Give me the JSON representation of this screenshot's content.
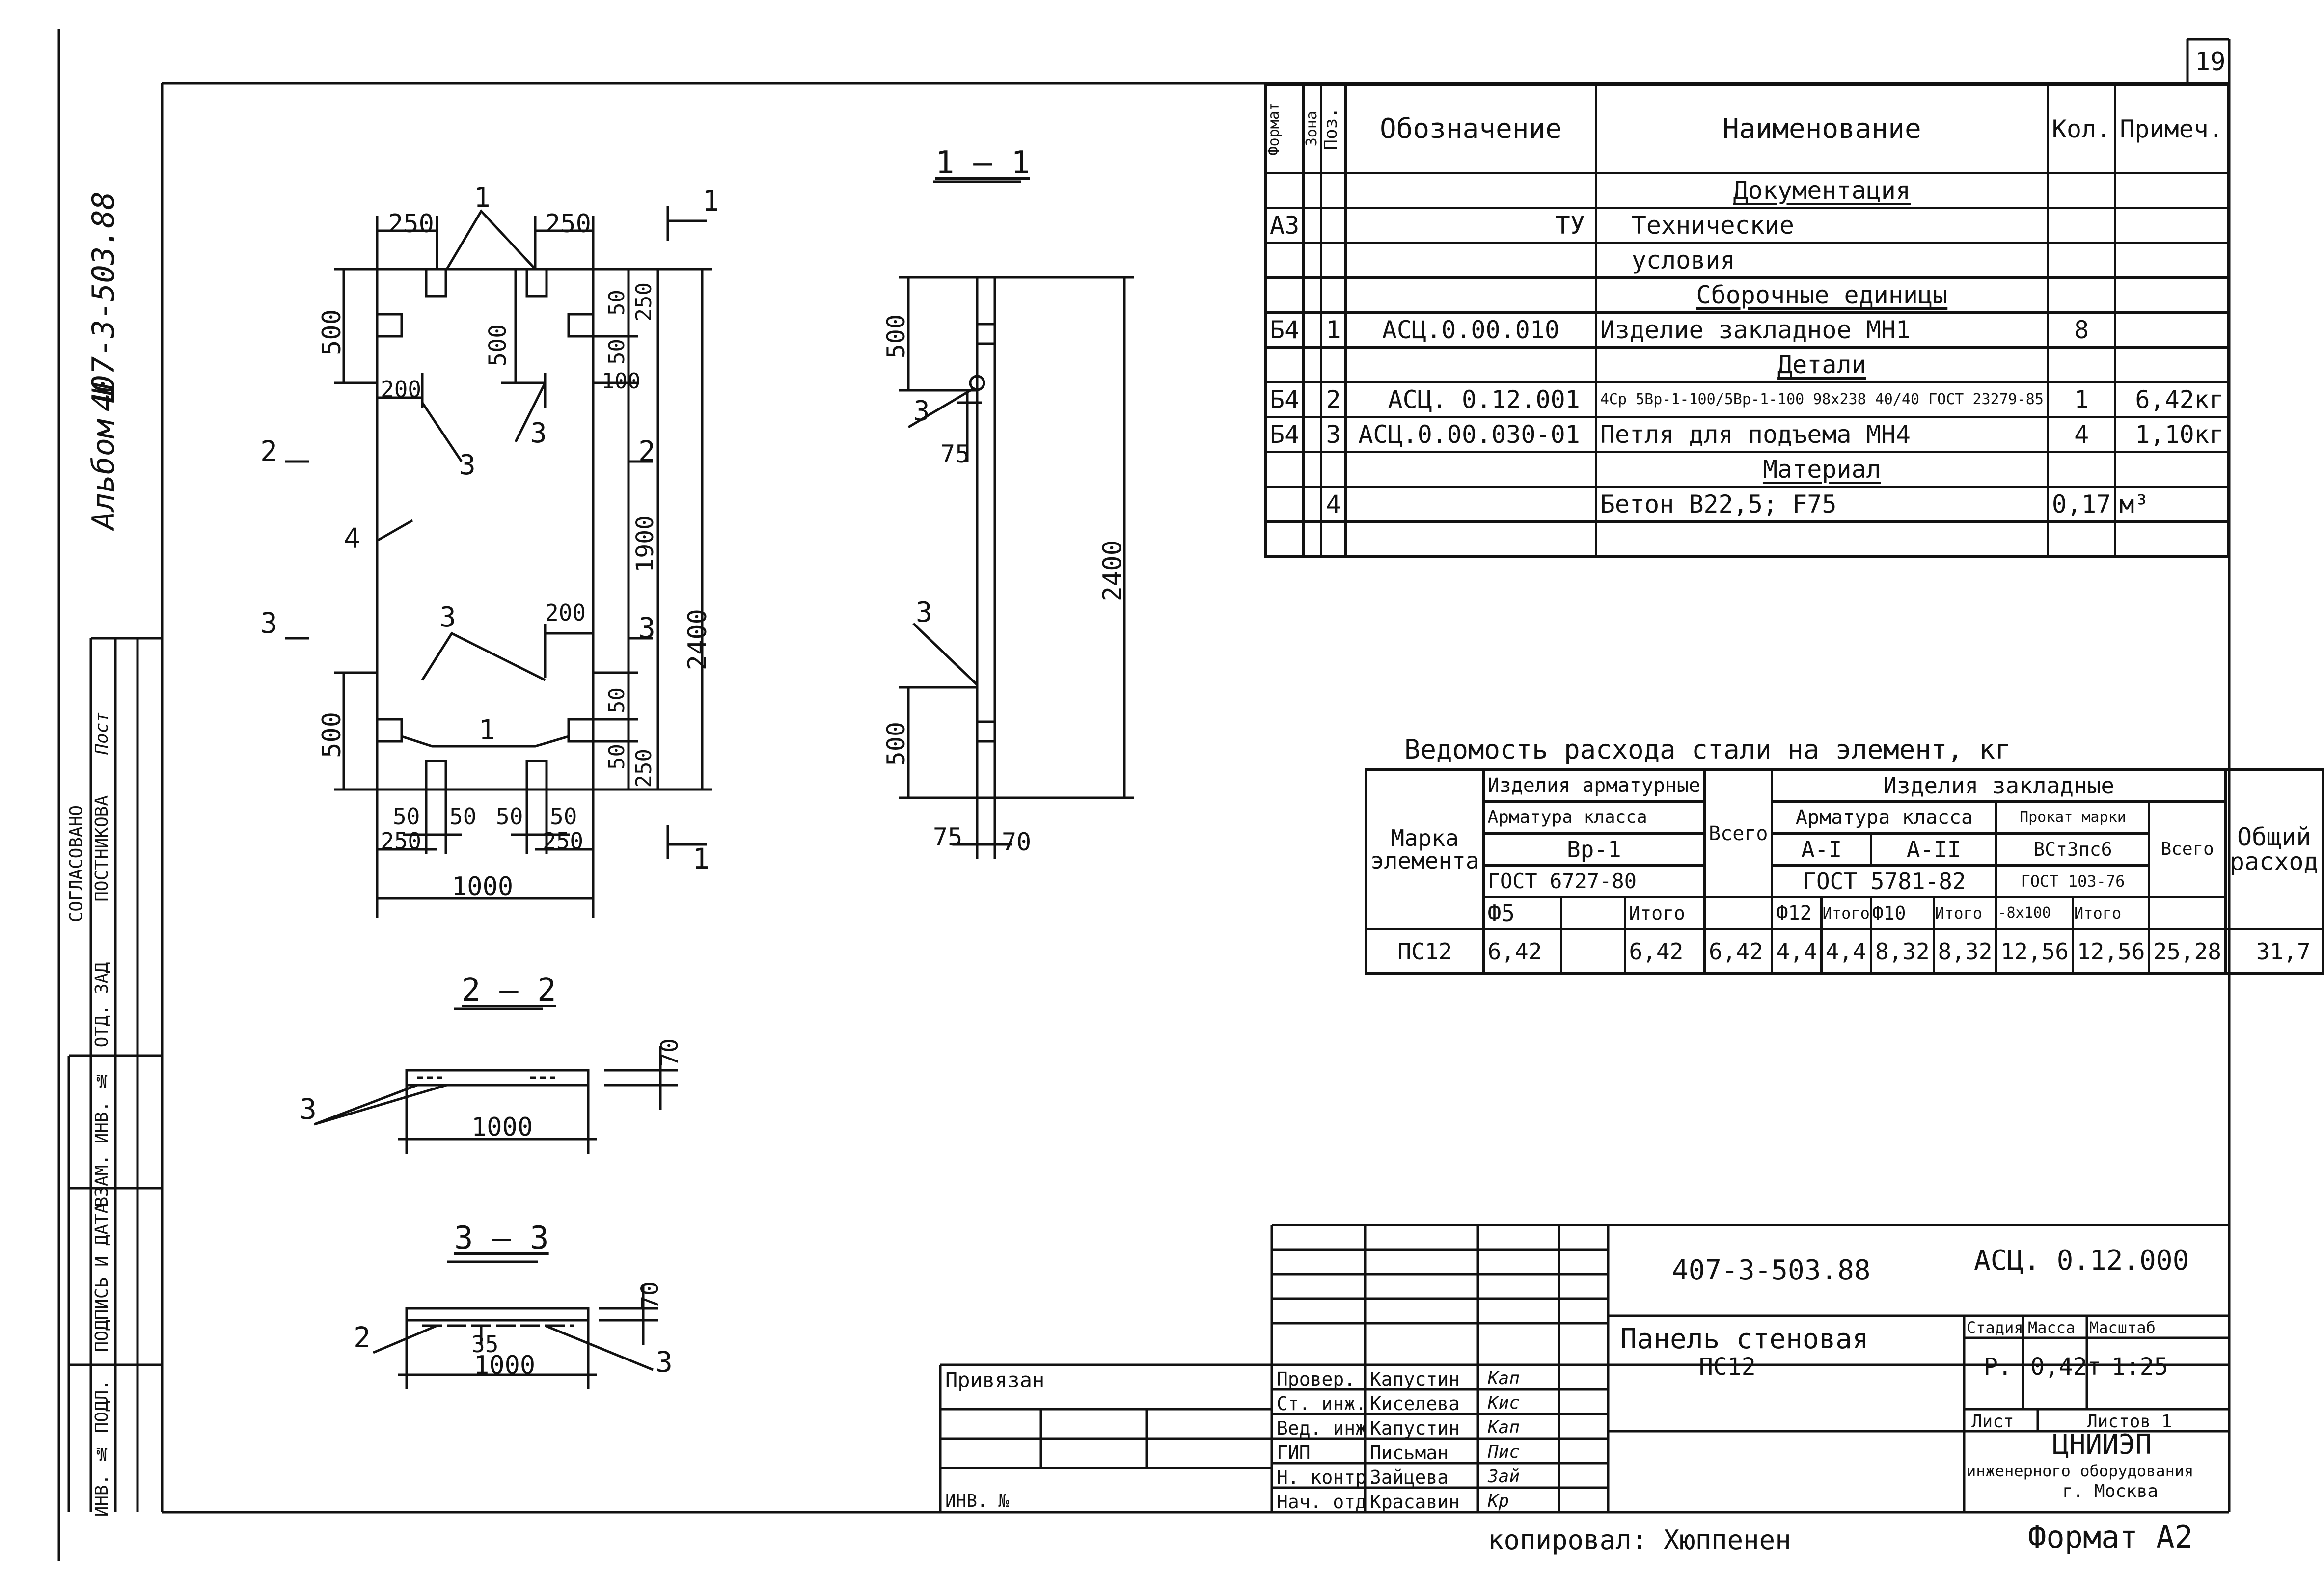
{
  "page": {
    "sheet_number": "19",
    "album": "Альбом Ш",
    "album_code": "407-3-503.88",
    "copied_by": "копировал: Хюппенен",
    "format": "Формат А2"
  },
  "left_stamp": {
    "agreed": "СОГЛАСОВАНО",
    "dept": "ОТД. ЗАД",
    "person": "ПОСТНИКОВА",
    "sig": "Пост",
    "inv_replace": "ВЗАМ. ИНВ. №",
    "sign_date": "ПОДПИСЬ И ДАТА",
    "inv_orig": "ИНВ. № ПОДЛ."
  },
  "front_view": {
    "dims": {
      "top_left": "250",
      "top_right": "250",
      "left_500_top": "500",
      "inner_500": "500",
      "r_50_top": "50",
      "r_250_top": "250",
      "r_50_b": "50",
      "r_100": "100",
      "dim_200_top": "200",
      "dim_200_bot": "200",
      "h_1900": "1900",
      "h_2400": "2400",
      "left_500_bot": "500",
      "r_50_bot1": "50",
      "r_50_bot2": "50",
      "r_250_bot": "250",
      "b_50_1": "50",
      "b_50_2": "50",
      "b_50_3": "50",
      "b_50_4": "50",
      "b_250_l": "250",
      "b_250_r": "250",
      "width_1000": "1000"
    },
    "callouts": {
      "c1_top": "1",
      "c3_a": "3",
      "c3_b": "3",
      "c4": "4",
      "c3_c": "3",
      "c1_bot": "1",
      "sec2_l": "2",
      "sec2_r": "2",
      "sec3_l": "3",
      "sec3_r": "3",
      "sec1_t": "1",
      "sec1_b": "1"
    }
  },
  "section_1_1": {
    "title": "1 — 1",
    "d_500_top": "500",
    "d_75_top": "75",
    "d_2400": "2400",
    "d_500_bot": "500",
    "d_75_bot": "75",
    "d_70": "70",
    "c3_top": "3",
    "c3_bot": "3"
  },
  "section_2_2": {
    "title": "2 — 2",
    "d_70": "70",
    "d_1000": "1000",
    "c3": "3"
  },
  "section_3_3": {
    "title": "3 — 3",
    "d_70": "70",
    "d_35": "35",
    "d_1000": "1000",
    "c2": "2",
    "c3": "3"
  },
  "spec": {
    "headers": {
      "format": "Формат",
      "zone": "Зона",
      "pos": "Поз.",
      "designation": "Обозначение",
      "name": "Наименование",
      "qty": "Кол.",
      "note": "Примеч."
    },
    "rows": [
      {
        "format": "",
        "pos": "",
        "designation": "",
        "name": "Документация",
        "qty": "",
        "note": "",
        "heading": true
      },
      {
        "format": "А3",
        "pos": "",
        "designation": "ТУ",
        "name": "Технические",
        "qty": "",
        "note": ""
      },
      {
        "format": "",
        "pos": "",
        "designation": "",
        "name": "условия",
        "qty": "",
        "note": ""
      },
      {
        "format": "",
        "pos": "",
        "designation": "",
        "name": "Сборочные единицы",
        "qty": "",
        "note": "",
        "heading": true
      },
      {
        "format": "Б4",
        "pos": "1",
        "designation": "АСЦ.0.00.010",
        "name": "Изделие закладное МН1",
        "qty": "8",
        "note": ""
      },
      {
        "format": "",
        "pos": "",
        "designation": "",
        "name": "Детали",
        "qty": "",
        "note": "",
        "heading": true
      },
      {
        "format": "Б4",
        "pos": "2",
        "designation": "АСЦ. 0.12.001",
        "name": "4Cp 5Bp-1-100/5Bp-1-100 98x238 40/40 ГОСТ 23279-85",
        "qty": "1",
        "note": "6,42кг"
      },
      {
        "format": "Б4",
        "pos": "3",
        "designation": "АСЦ.0.00.030-01",
        "name": "Петля для подъема МН4",
        "qty": "4",
        "note": "1,10кг"
      },
      {
        "format": "",
        "pos": "",
        "designation": "",
        "name": "Материал",
        "qty": "",
        "note": "",
        "heading": true
      },
      {
        "format": "",
        "pos": "4",
        "designation": "",
        "name": "Бетон В22,5;  F75",
        "qty": "0,17",
        "note": "м³"
      },
      {
        "format": "",
        "pos": "",
        "designation": "",
        "name": "",
        "qty": "",
        "note": ""
      }
    ]
  },
  "steel": {
    "title": "Ведомость расхода стали на элемент, кг",
    "h": {
      "mark": "Марка элемента",
      "arm": "Изделия арматурные",
      "arm_class": "Арматура класса",
      "vr1": "Вр-1",
      "gost_vr": "ГОСТ 6727-80",
      "f5": "Ф5",
      "itogo": "Итого",
      "vsego": "Всего",
      "zakl": "Изделия закладные",
      "a1": "А-I",
      "a2": "А-II",
      "gost_a": "ГОСТ 5781-82",
      "f12": "Ф12",
      "f10": "Ф10",
      "prokat": "Прокат марки",
      "vst": "ВСт3пс6",
      "gost_p": "ГОСТ 103-76",
      "strip": "-8x100",
      "total": "Общий расход"
    },
    "row": [
      "ПС12",
      "6,42",
      "",
      "6,42",
      "6,42",
      "4,4",
      "4,4",
      "8,32",
      "8,32",
      "12,56",
      "12,56",
      "25,28",
      "31,7"
    ]
  },
  "title_block": {
    "code": "407-3-503.88",
    "doc": "АСЦ. 0.12.000",
    "name": "Панель стеновая",
    "mark": "ПС12",
    "stage_h": "Стадия",
    "mass_h": "Масса",
    "scale_h": "Масштаб",
    "stage": "Р.",
    "mass": "0,42т",
    "scale": "1:25",
    "sheet": "Лист",
    "sheets": "Листов 1",
    "org": "ЦНИИЭП",
    "org2": "инженерного оборудования",
    "city": "г. Москва",
    "bound": "Привязан",
    "inv": "ИНВ. №",
    "staff": [
      {
        "role": "Провер.",
        "name": "Капустин",
        "sig": "Кап"
      },
      {
        "role": "Ст. инж.",
        "name": "Киселева",
        "sig": "Кис"
      },
      {
        "role": "Вед. инж.",
        "name": "Капустин",
        "sig": "Кап"
      },
      {
        "role": "ГИП",
        "name": "Письман",
        "sig": "Пис"
      },
      {
        "role": "Н. контр.",
        "name": "Зайцева",
        "sig": "Зай"
      },
      {
        "role": "Нач. отд.",
        "name": "Красавин",
        "sig": "Кр"
      }
    ]
  }
}
